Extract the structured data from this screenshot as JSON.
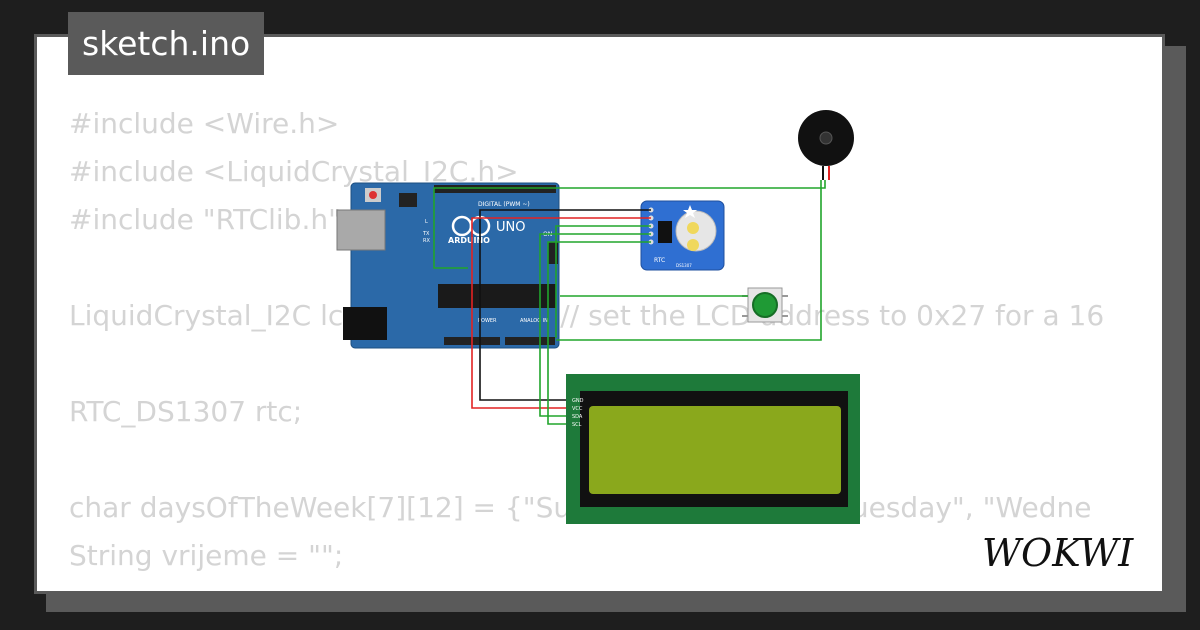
{
  "tab": {
    "filename": "sketch.ino"
  },
  "code": {
    "lines": [
      "#include <Wire.h>",
      "#include <LiquidCrystal_I2C.h>",
      "#include \"RTClib.h\"",
      "",
      "LiquidCrystal_I2C lcd(0x27, 16, 2); // set the LCD address to 0x27 for a 16",
      "",
      "RTC_DS1307 rtc;",
      "",
      "char daysOfTheWeek[7][12] = {\"Sunday\", \"Monday\", \"Tuesday\", \"Wedne",
      "String vrijeme = \"\";",
      "..."
    ]
  },
  "diagram": {
    "arduino": {
      "board_label": "UNO",
      "brand_label": "ARDUINO",
      "digital_label": "DIGITAL (PWM ~)",
      "power_label": "POWER",
      "analog_label": "ANALOG IN",
      "on_label": "ON",
      "tx_label": "TX",
      "rx_label": "RX",
      "l_label": "L"
    },
    "rtc": {
      "label": "RTC",
      "chip": "DS1307"
    },
    "lcd": {
      "pins": [
        "GND",
        "VCC",
        "SDA",
        "SCL"
      ]
    },
    "colors": {
      "board": "#2b69a8",
      "wire_green": "#21a52b",
      "wire_red": "#e22222",
      "wire_black": "#111111",
      "lcd_pcb": "#1e7a3a",
      "lcd_screen": "#8aa81c"
    }
  },
  "brand": {
    "logo": "WOKWI"
  }
}
